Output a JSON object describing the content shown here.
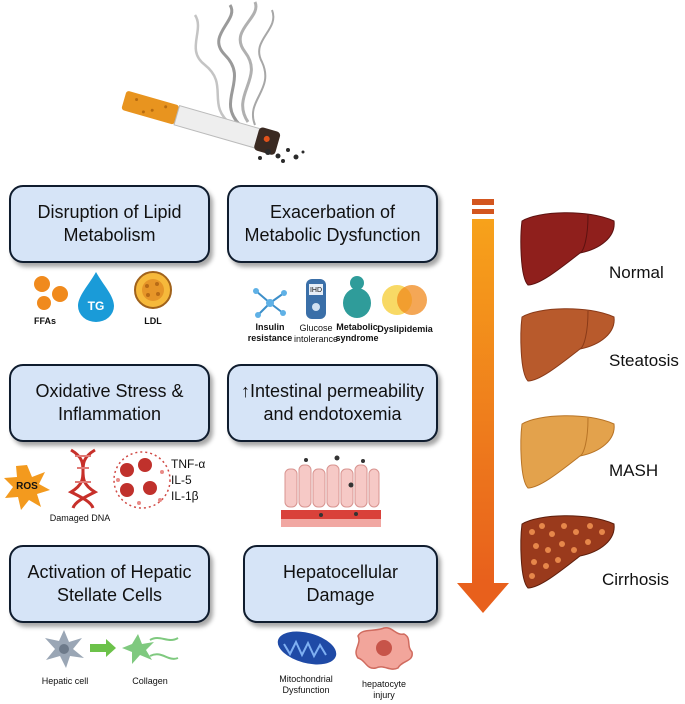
{
  "boxes": {
    "lipid": "Disruption of Lipid\nMetabolism",
    "metabolic": "Exacerbation of\nMetabolic Dysfunction",
    "oxidative": "Oxidative Stress &\nInflammation",
    "intestinal": "↑Intestinal permeability\nand endotoxemia",
    "stellate": "Activation of Hepatic\nStellate Cells",
    "hepatocellular": "Hepatocellular\nDamage"
  },
  "icons": {
    "ffas": "FFAs",
    "tg": "TG",
    "ldl": "LDL",
    "insulin": "Insulin\nresistance",
    "glucose": "Glucose\nintolerance",
    "glucose_screen": "IHD",
    "metabolic_syndrome": "Metabolic\nsyndrome",
    "dyslipidemia": "Dyslipidemia",
    "ros": "ROS",
    "dna": "Damaged DNA",
    "cytokines": [
      "TNF-α",
      "IL-5",
      "IL-1β"
    ],
    "hepatic_cell": "Hepatic cell",
    "collagen": "Collagen",
    "mito": "Mitochondrial\nDysfunction",
    "hepatocyte": "hepatocyte\ninjury"
  },
  "stages": [
    "Normal",
    "Steatosis",
    "MASH",
    "Cirrhosis"
  ],
  "colors": {
    "box_fill": "#d6e4f7",
    "box_border": "#0f1c2e",
    "arrow_top": "#f7a21b",
    "arrow_bottom": "#e8601c",
    "liver_normal": "#8f1f1c",
    "liver_steatosis": "#b85a2c",
    "liver_mash": "#e3a24c",
    "liver_cirrhosis": "#9a3a1c"
  }
}
